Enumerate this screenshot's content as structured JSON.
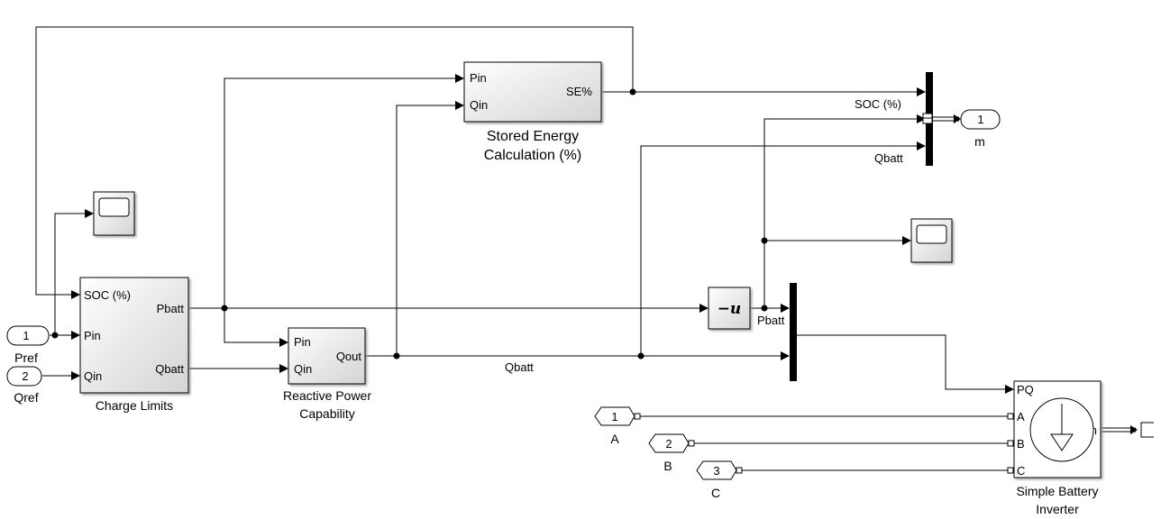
{
  "blocks": {
    "stored_energy": {
      "title_line1": "Stored Energy",
      "title_line2": "Calculation (%)",
      "in1": "Pin",
      "in2": "Qin",
      "out": "SE%"
    },
    "charge_limits": {
      "title": "Charge Limits",
      "in1": "SOC (%)",
      "in2": "Pin",
      "in3": "Qin",
      "out1": "Pbatt",
      "out2": "Qbatt"
    },
    "reactive_power": {
      "title_line1": "Reactive Power",
      "title_line2": "Capability",
      "in1": "Pin",
      "in2": "Qin",
      "out": "Qout"
    },
    "gain": {
      "symbol": "−u"
    },
    "battery_inverter": {
      "title_line1": "Simple Battery",
      "title_line2": "Inverter",
      "in1": "PQ",
      "in2": "A",
      "in3": "B",
      "in4": "C",
      "out": "m"
    }
  },
  "inports": [
    {
      "number": "1",
      "label": "Pref"
    },
    {
      "number": "2",
      "label": "Qref"
    }
  ],
  "outport": {
    "number": "1",
    "label": "m"
  },
  "connection_ports": [
    {
      "number": "1",
      "label": "A"
    },
    {
      "number": "2",
      "label": "B"
    },
    {
      "number": "3",
      "label": "C"
    }
  ],
  "signal_labels": {
    "soc": "SOC (%)",
    "qbatt_mux": "Qbatt",
    "pbatt": "Pbatt",
    "qbatt_wire": "Qbatt"
  }
}
